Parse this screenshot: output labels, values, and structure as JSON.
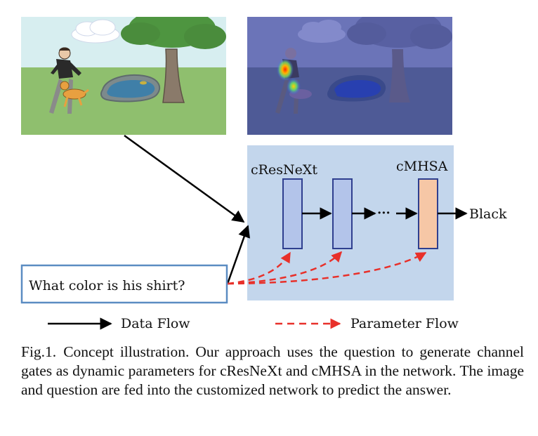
{
  "figure": {
    "network_label": "cResNeXt",
    "attention_label": "cMHSA",
    "output_label": "Black",
    "question": "What color is his shirt?",
    "ellipsis": "···",
    "legend": {
      "data_flow": "Data Flow",
      "parameter_flow": "Parameter Flow"
    }
  },
  "caption": {
    "label": "Fig.1.",
    "text": "Concept illustration. Our approach uses the question to generate channel gates as dynamic parameters for cResNeXt and cMHSA in the network. The image and question are fed into the customized network to predict the answer."
  },
  "colors": {
    "network_bg": "#c3d6ec",
    "block_blue": "#b3c4ea",
    "block_border": "#2f3f8f",
    "block_orange": "#f6c7a6",
    "question_border": "#5b8cc2",
    "parameter_arrow": "#e8302a",
    "data_arrow": "#000000"
  }
}
